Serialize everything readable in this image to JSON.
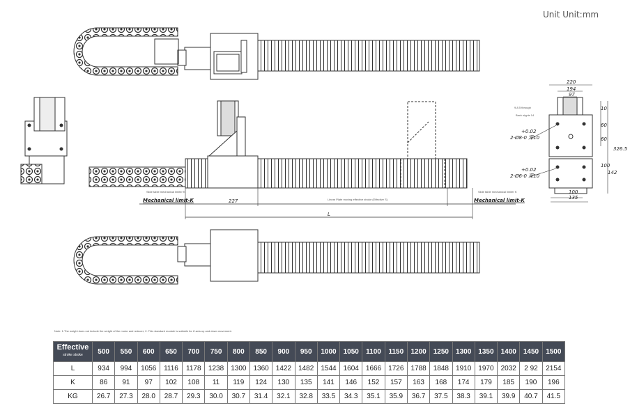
{
  "unit_label": "Unit Unit:mm",
  "note": "Note: 1.The weight does not include the weight of the motor and reducer; 2. This standard module is suitable for Z-axis up and down movement.",
  "drawing": {
    "mech_left": "Mechanical limit-K",
    "mech_right": "Mechanical limit-K",
    "dim_227": "227",
    "dim_L": "L",
    "small_left": "Slide table mechanical limiter K",
    "small_mid": "Linear Plate moving effective stroke (Effective S)",
    "small_right": "Slide table mechanical limiter K",
    "side_dims": {
      "d220": "220",
      "d194": "194",
      "d97": "97",
      "d10": "10",
      "d60a": "60",
      "d60b": "60",
      "d3265": "326.5",
      "d100a": "100",
      "d142": "142",
      "d100b": "100",
      "d135": "135",
      "tol1": "+0.02",
      "hole1": "2-Ø8-0  深10",
      "tol2": "+0.02",
      "hole2": "2-Ø6-0  深10",
      "thread": "9-8.5 through",
      "counter": "Back nipple 14"
    }
  },
  "table": {
    "header_label": "Effective",
    "header_sub": "stroke stroke",
    "strokes": [
      "500",
      "550",
      "600",
      "650",
      "700",
      "750",
      "800",
      "850",
      "900",
      "950",
      "1000",
      "1050",
      "1100",
      "1150",
      "1200",
      "1250",
      "1300",
      "1350",
      "1400",
      "1450",
      "1500"
    ],
    "rows": [
      {
        "label": "L",
        "values": [
          "934",
          "994",
          "1056",
          "1116",
          "1178",
          "1238",
          "1300",
          "1360",
          "1422",
          "1482",
          "1544",
          "1604",
          "1666",
          "1726",
          "1788",
          "1848",
          "1910",
          "1970",
          "2032",
          "2 92",
          "2154"
        ]
      },
      {
        "label": "K",
        "values": [
          "86",
          "91",
          "97",
          "102",
          "108",
          "11",
          "119",
          "124",
          "130",
          "135",
          "141",
          "146",
          "152",
          "157",
          "163",
          "168",
          "174",
          "179",
          "185",
          "190",
          "196"
        ]
      },
      {
        "label": "KG",
        "values": [
          "26.7",
          "27.3",
          "28.0",
          "28.7",
          "29.3",
          "30.0",
          "30.7",
          "31.4",
          "32.1",
          "32.8",
          "33.5",
          "34.3",
          "35.1",
          "35.9",
          "36.7",
          "37.5",
          "38.3",
          "39.1",
          "39.9",
          "40.7",
          "41.5"
        ]
      }
    ]
  }
}
